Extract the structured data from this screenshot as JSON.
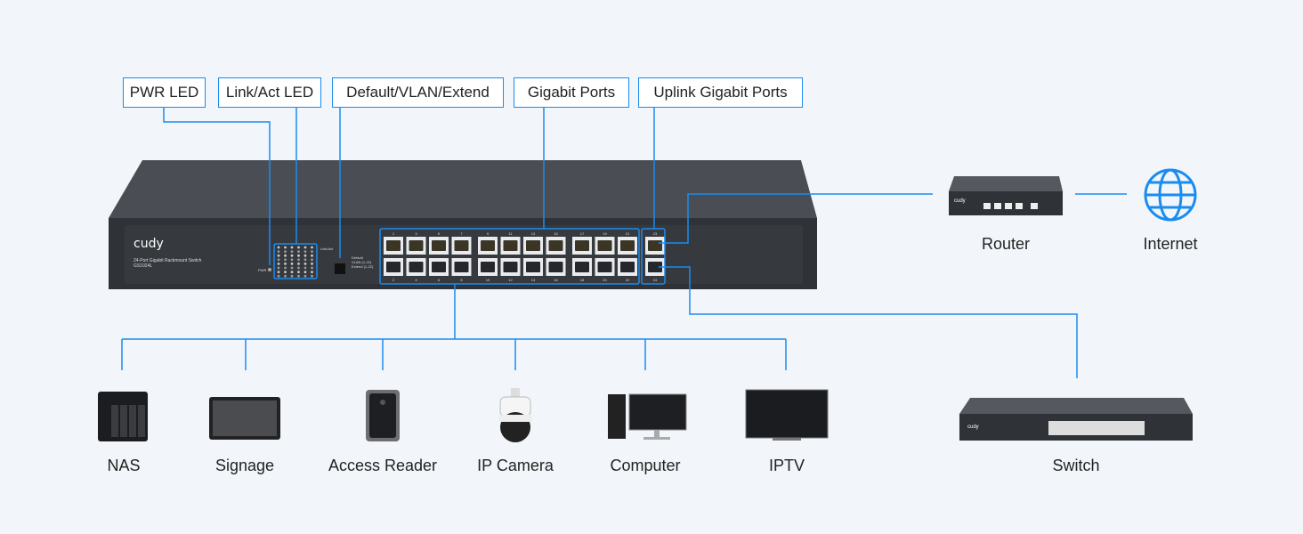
{
  "callouts": [
    "PWR LED",
    "Link/Act LED",
    "Default/VLAN/Extend",
    "Gigabit Ports",
    "Uplink Gigabit Ports"
  ],
  "switch_panel": {
    "brand": "cudy",
    "product_name": "24-Port Gigabit Rackmount Switch",
    "model": "GS1024L",
    "pwr_label": "PWR",
    "link_act_label": "Link/Act",
    "mode_labels": [
      "Default",
      "VLAN (1-22)",
      "Extend (1-22)"
    ],
    "top_port_numbers": [
      "1",
      "3",
      "5",
      "7",
      "9",
      "11",
      "13",
      "15",
      "17",
      "19",
      "21",
      "23"
    ],
    "bottom_port_numbers": [
      "2",
      "4",
      "6",
      "8",
      "10",
      "12",
      "14",
      "16",
      "18",
      "20",
      "22",
      "24"
    ]
  },
  "network": {
    "router": "Router",
    "internet": "Internet",
    "switch": "Switch",
    "mini_switch_brand": "cudy"
  },
  "devices": [
    "NAS",
    "Signage",
    "Access Reader",
    "IP Camera",
    "Computer",
    "IPTV"
  ],
  "colors": {
    "accent": "#1a8cf0",
    "background": "#f2f6fa",
    "chassis": "#3a3d42"
  }
}
